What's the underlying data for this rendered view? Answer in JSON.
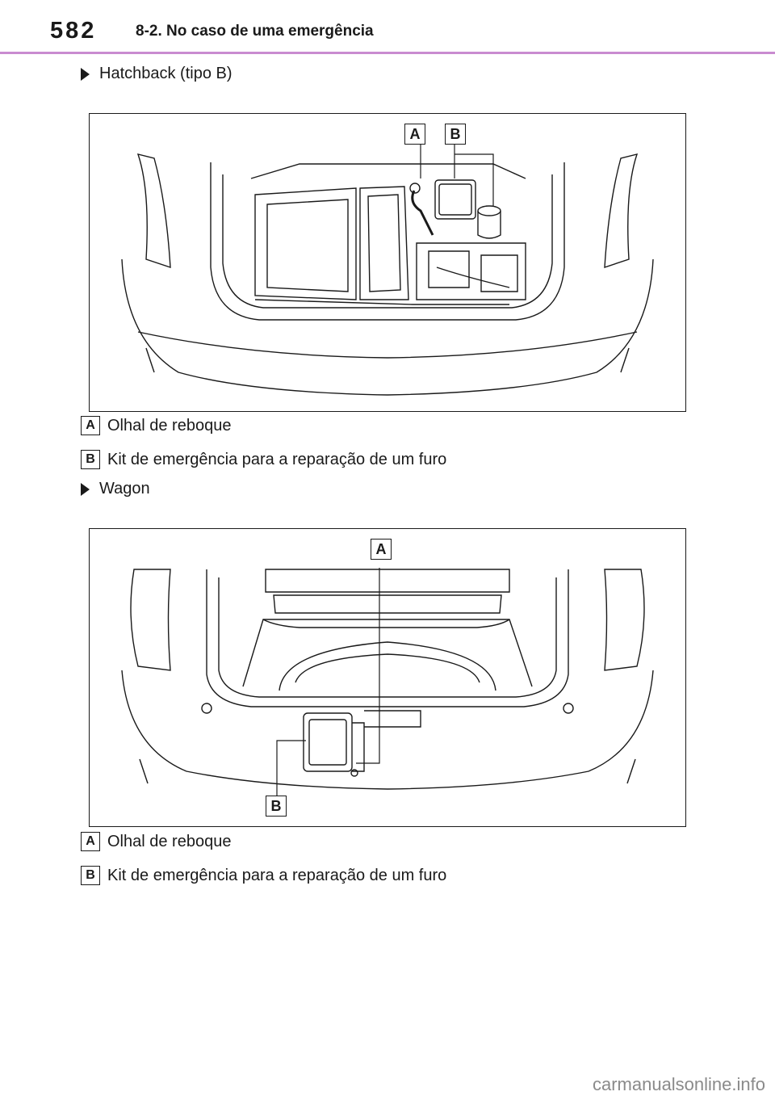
{
  "header": {
    "page_number": "582",
    "section_title": "8-2. No caso de uma emergência"
  },
  "sections": [
    {
      "heading": "Hatchback (tipo B)",
      "callouts": [
        "A",
        "B"
      ],
      "legend": [
        {
          "letter": "A",
          "text": "Olhal de reboque"
        },
        {
          "letter": "B",
          "text": "Kit de emergência para a reparação de um furo"
        }
      ]
    },
    {
      "heading": "Wagon",
      "callouts": [
        "A",
        "B"
      ],
      "legend": [
        {
          "letter": "A",
          "text": "Olhal de reboque"
        },
        {
          "letter": "B",
          "text": "Kit de emergência para a reparação de um furo"
        }
      ]
    }
  ],
  "watermark": "carmanualsonline.info"
}
